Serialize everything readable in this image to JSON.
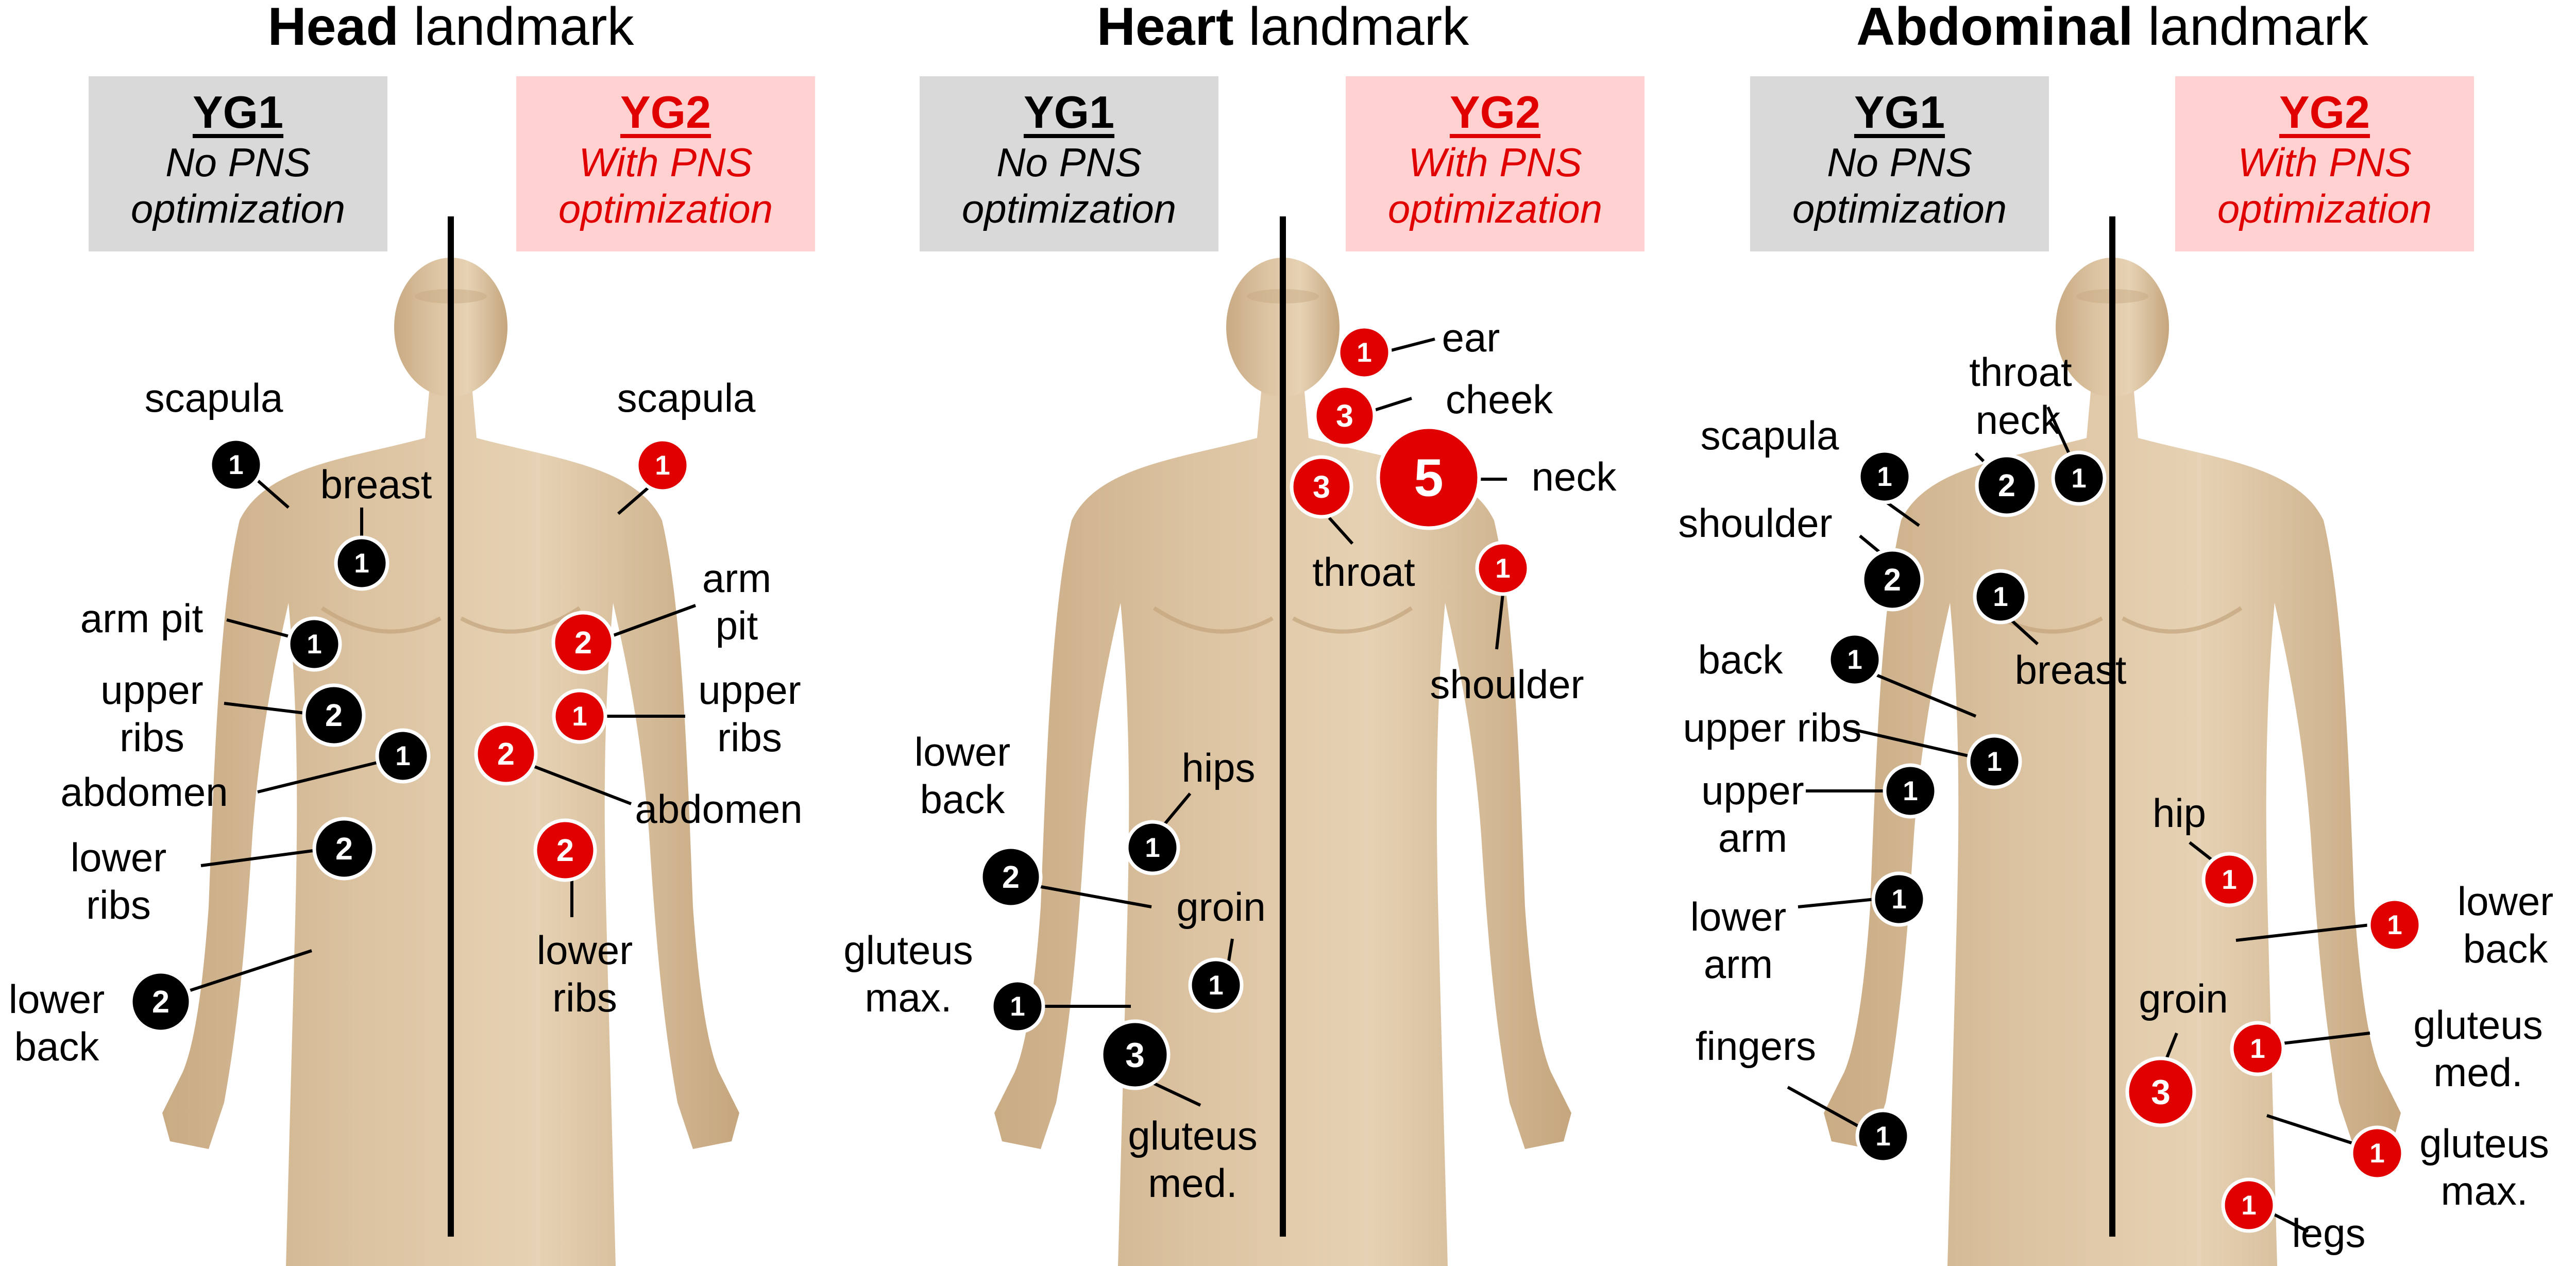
{
  "panels": [
    {
      "title_bold": "Head",
      "title_rest": " landmark",
      "groups": [
        {
          "name": "YG1",
          "desc": [
            "No PNS",
            "optimization"
          ]
        },
        {
          "name": "YG2",
          "desc": [
            "With PNS",
            "optimization"
          ]
        }
      ],
      "sites": [
        {
          "label": [
            "scapula"
          ],
          "count": "1",
          "group": "YG1"
        },
        {
          "label": [
            "breast"
          ],
          "count": "1",
          "group": "YG1"
        },
        {
          "label": [
            "arm pit"
          ],
          "count": "1",
          "group": "YG1"
        },
        {
          "label": [
            "upper",
            "ribs"
          ],
          "count": "2",
          "group": "YG1"
        },
        {
          "label": [
            "abdomen"
          ],
          "count": "1",
          "group": "YG1"
        },
        {
          "label": [
            "lower",
            "ribs"
          ],
          "count": "2",
          "group": "YG1"
        },
        {
          "label": [
            "lower",
            "back"
          ],
          "count": "2",
          "group": "YG1"
        },
        {
          "label": [
            "scapula"
          ],
          "count": "1",
          "group": "YG2"
        },
        {
          "label": [
            "arm",
            "pit"
          ],
          "count": "2",
          "group": "YG2"
        },
        {
          "label": [
            "upper",
            "ribs"
          ],
          "count": "1",
          "group": "YG2"
        },
        {
          "label": [
            "abdomen"
          ],
          "count": "2",
          "group": "YG2"
        },
        {
          "label": [
            "lower",
            "ribs"
          ],
          "count": "2",
          "group": "YG2"
        }
      ]
    },
    {
      "title_bold": "Heart",
      "title_rest": " landmark",
      "groups": [
        {
          "name": "YG1",
          "desc": [
            "No PNS",
            "optimization"
          ]
        },
        {
          "name": "YG2",
          "desc": [
            "With PNS",
            "optimization"
          ]
        }
      ],
      "sites": [
        {
          "label": [
            "hips"
          ],
          "count": "1",
          "group": "YG1"
        },
        {
          "label": [
            "lower",
            "back"
          ],
          "count": "2",
          "group": "YG1"
        },
        {
          "label": [
            "groin"
          ],
          "count": "1",
          "group": "YG1"
        },
        {
          "label": [
            "gluteus",
            "max."
          ],
          "count": "1",
          "group": "YG1"
        },
        {
          "label": [
            "gluteus",
            "med."
          ],
          "count": "3",
          "group": "YG1"
        },
        {
          "label": [
            "ear"
          ],
          "count": "1",
          "group": "YG2"
        },
        {
          "label": [
            "cheek"
          ],
          "count": "3",
          "group": "YG2"
        },
        {
          "label": [
            "neck"
          ],
          "count": "5",
          "group": "YG2"
        },
        {
          "label": [
            "throat"
          ],
          "count": "3",
          "group": "YG2"
        },
        {
          "label": [
            "shoulder"
          ],
          "count": "1",
          "group": "YG2"
        }
      ]
    },
    {
      "title_bold": "Abdominal",
      "title_rest": " landmark",
      "groups": [
        {
          "name": "YG1",
          "desc": [
            "No PNS",
            "optimization"
          ]
        },
        {
          "name": "YG2",
          "desc": [
            "With PNS",
            "optimization"
          ]
        }
      ],
      "sites": [
        {
          "label": [
            "throat"
          ],
          "count": "1",
          "group": "YG1"
        },
        {
          "label": [
            "neck"
          ],
          "count": "2",
          "group": "YG1"
        },
        {
          "label": [
            "scapula"
          ],
          "count": "1",
          "group": "YG1"
        },
        {
          "label": [
            "shoulder"
          ],
          "count": "2",
          "group": "YG1"
        },
        {
          "label": [
            "breast"
          ],
          "count": "1",
          "group": "YG1"
        },
        {
          "label": [
            "back"
          ],
          "count": "1",
          "group": "YG1"
        },
        {
          "label": [
            "upper ribs"
          ],
          "count": "1",
          "group": "YG1"
        },
        {
          "label": [
            "upper",
            "arm"
          ],
          "count": "1",
          "group": "YG1"
        },
        {
          "label": [
            "lower",
            "arm"
          ],
          "count": "1",
          "group": "YG1"
        },
        {
          "label": [
            "fingers"
          ],
          "count": "1",
          "group": "YG1"
        },
        {
          "label": [
            "hip"
          ],
          "count": "1",
          "group": "YG2"
        },
        {
          "label": [
            "lower",
            "back"
          ],
          "count": "1",
          "group": "YG2"
        },
        {
          "label": [
            "groin"
          ],
          "count": "3",
          "group": "YG2"
        },
        {
          "label": [
            "gluteus",
            "med."
          ],
          "count": "1",
          "group": "YG2"
        },
        {
          "label": [
            "gluteus",
            "max."
          ],
          "count": "1",
          "group": "YG2"
        },
        {
          "label": [
            "legs"
          ],
          "count": "1",
          "group": "YG2"
        }
      ]
    }
  ],
  "colors": {
    "YG1_marker": "#000000",
    "YG2_marker": "#e00000",
    "YG1_box": "#d9d9d9",
    "YG2_box": "#ffd1d1",
    "YG2_text": "#e00000",
    "skin": "#dcc3a1"
  }
}
